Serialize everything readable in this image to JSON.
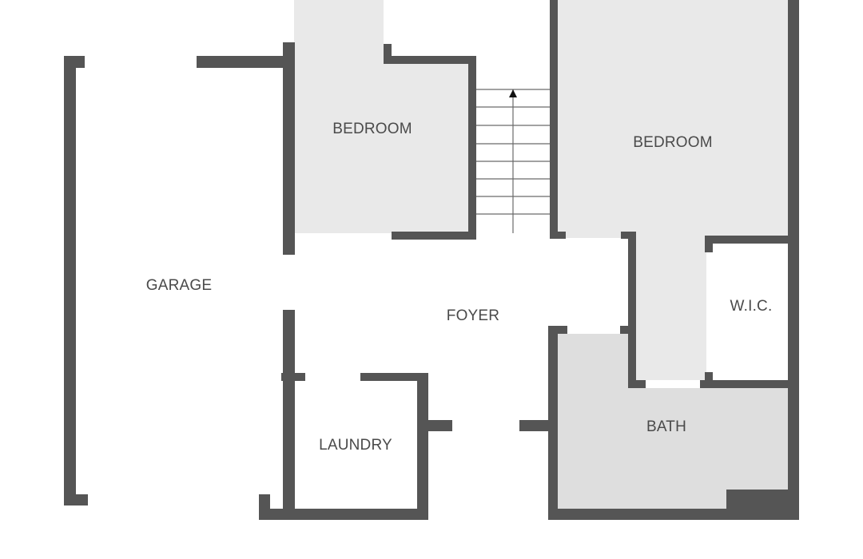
{
  "floor_plan": {
    "colors": {
      "wall": "#555555",
      "bedroom_fill": "#e9e9e9",
      "bath_fill": "#dedede",
      "open_fill": "#ffffff",
      "label": "#4a4a4a",
      "stair_line": "#6a6a6a"
    },
    "rooms": {
      "garage": "GARAGE",
      "bedroom_left": "BEDROOM",
      "bedroom_right": "BEDROOM",
      "foyer": "FOYER",
      "laundry": "LAUNDRY",
      "bath": "BATH",
      "wic": "W.I.C."
    },
    "stairs": {
      "direction": "up",
      "icon": "arrow-up-icon"
    }
  }
}
